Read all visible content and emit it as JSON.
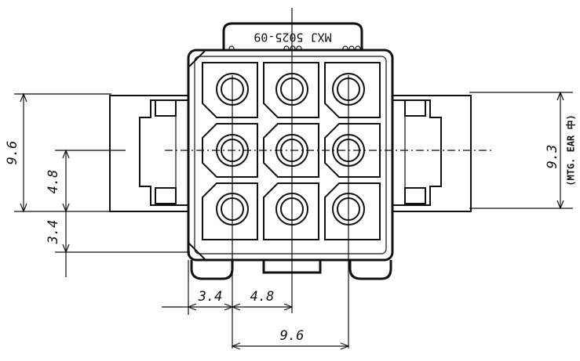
{
  "part_label": "MXJ 5025-09",
  "mounting_note": "(MTG. EAR 中)",
  "dimensions": {
    "left_overall": "9.6",
    "left_pitch": "4.8",
    "left_offset": "3.4",
    "right_ear": "9.3",
    "bottom_offset": "3.4",
    "bottom_pitch": "4.8",
    "bottom_overall": "9.6"
  }
}
